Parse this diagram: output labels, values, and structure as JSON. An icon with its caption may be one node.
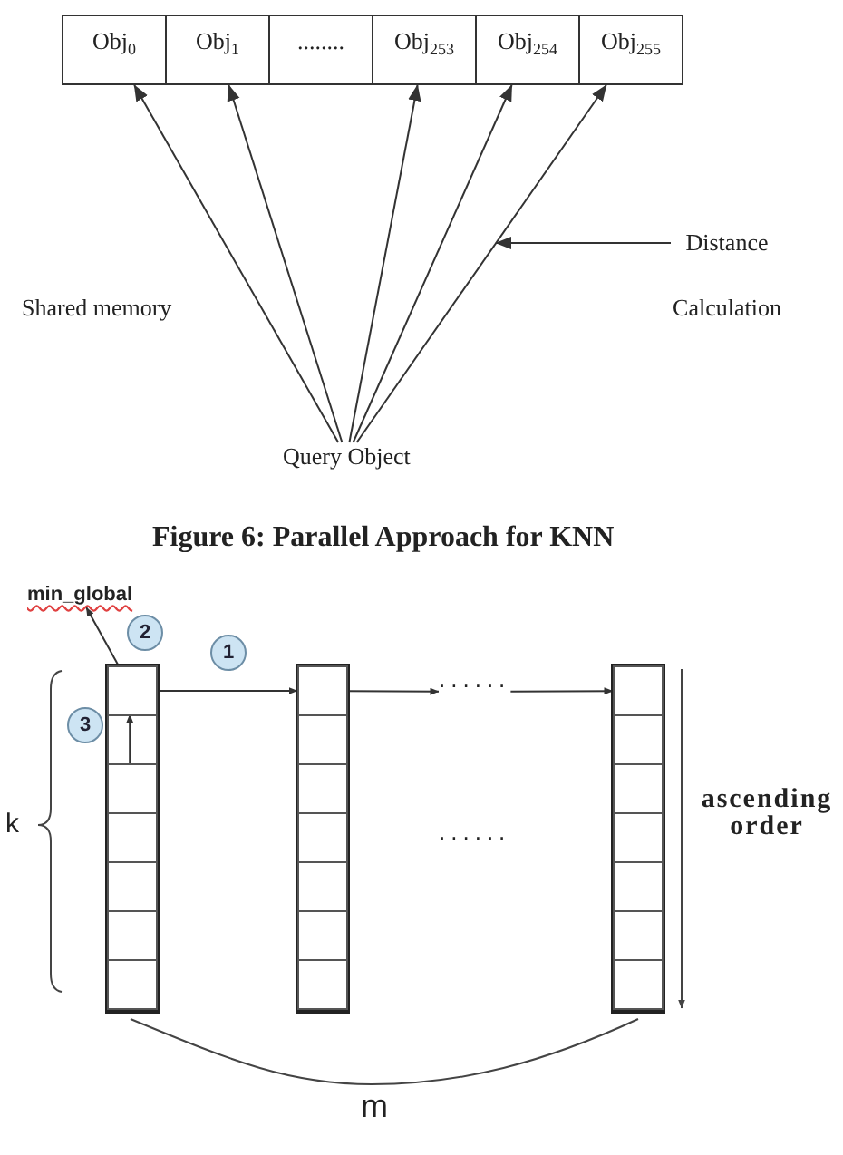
{
  "diagram": {
    "caption": "Figure 6: Parallel Approach for KNN",
    "nodes": [
      {
        "text": [
          "Obj$_{0}$"
        ]
      },
      {
        "text": [
          "Obj$_{1}$"
        ]
      },
      {
        "text": [
          "........"
        ]
      },
      {
        "text": [
          "Obj$_{253}$"
        ]
      },
      {
        "text": [
          "Obj$_{254}$"
        ]
      },
      {
        "text": [
          "Obj$_{255}$"
        ]
      },
      {
        "text": [
          "Distance Calculation"
        ]
      },
      {
        "text": [
          "Query Object"
        ]
      },
      {
        "text": [
          "min_global"
        ]
      },
      {
        "text": [
          "2"
        ]
      },
      {
        "text": [
          "1"
        ]
      },
      {
        "text": [
          "3"
        ]
      },
      {
        "text": [],
        "shape": "box"
      },
      {
        "text": [],
        "shape": "box",
        "in": 12
      },
      {
        "text": [],
        "shape": "box",
        "in": 12
      },
      {
        "text": [],
        "shape": "box",
        "in": 12
      },
      {
        "text": [],
        "shape": "box",
        "in": 12
      },
      {
        "text": [],
        "shape": "box",
        "in": 12
      },
      {
        "text": [],
        "shape": "box",
        "in": 12
      },
      {
        "text": [],
        "shape": "box",
        "in": 12
      },
      {
        "text": [],
        "shape": "box"
      },
      {
        "text": [],
        "shape": "box",
        "in": 20
      },
      {
        "text": [],
        "shape": "box",
        "in": 20
      },
      {
        "text": [],
        "shape": "box",
        "in": 20
      },
      {
        "text": [],
        "shape": "box",
        "in": 20
      },
      {
        "text": [],
        "shape": "box",
        "in": 20
      },
      {
        "text": [],
        "shape": "box",
        "in": 20
      },
      {
        "text": [],
        "shape": "box",
        "in": 20
      },
      {
        "text": [
          "......"
        ]
      },
      {
        "text": [],
        "shape": "box"
      },
      {
        "text": [],
        "shape": "box",
        "in": 29
      },
      {
        "text": [],
        "shape": "box",
        "in": 29
      },
      {
        "text": [],
        "shape": "box",
        "in": 29
      },
      {
        "text": [],
        "shape": "box",
        "in": 29
      },
      {
        "text": [],
        "shape": "box",
        "in": 29
      },
      {
        "text": [],
        "shape": "box",
        "in": 29
      },
      {
        "text": [],
        "shape": "box",
        "in": 29
      }
    ],
    "edges": [
      {
        "from": 7,
        "to": 0,
        "arrow": "to"
      },
      {
        "from": 7,
        "to": 1,
        "arrow": "to"
      },
      {
        "from": 7,
        "to": 3,
        "arrow": "to"
      },
      {
        "from": 7,
        "to": 4,
        "arrow": "to"
      },
      {
        "from": 7,
        "to": 5,
        "arrow": "to"
      },
      {
        "from": 6,
        "to": null,
        "arrow": "to"
      },
      {
        "from": 13,
        "to": 8,
        "arrow": "to"
      },
      {
        "from": 14,
        "to": 13,
        "arrow": "to"
      },
      {
        "from": 13,
        "to": 21,
        "arrow": "to"
      },
      {
        "from": 21,
        "to": 28,
        "arrow": "to"
      },
      {
        "from": 28,
        "to": 30,
        "arrow": "to"
      }
    ],
    "labels": [
      "Shared memory",
      "k",
      "......",
      "ascending order",
      "m"
    ]
  }
}
